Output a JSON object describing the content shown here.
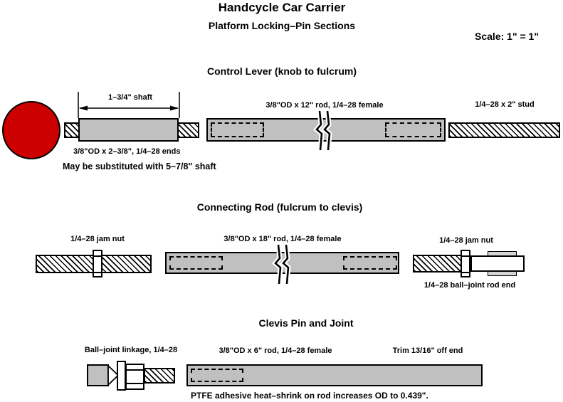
{
  "header": {
    "title": "Handcycle Car Carrier",
    "subtitle": "Platform Locking–Pin Sections",
    "scale_note": "Scale: 1\" = 1\""
  },
  "colors": {
    "part_fill_gray": "#c0c0c0",
    "knob_red": "#cc0000",
    "outline_black": "#000000",
    "background_white": "#ffffff"
  },
  "sections": {
    "control_lever": {
      "heading": "Control Lever (knob to fulcrum)",
      "shaft_dimension": "1–3/4\" shaft",
      "shaft_label": "3/8\"OD x 2–3/8\", 1/4–28 ends",
      "substitution_note": "May be substituted with 5–7/8\" shaft",
      "rod_label": "3/8\"OD x 12\" rod, 1/4–28 female",
      "stud_label": "1/4–28 x 2\" stud"
    },
    "connecting_rod": {
      "heading": "Connecting Rod (fulcrum to clevis)",
      "left_jam_nut_label": "1/4–28 jam nut",
      "rod_label": "3/8\"OD x 18\" rod, 1/4–28 female",
      "right_jam_nut_label": "1/4–28 jam nut",
      "ball_joint_label": "1/4–28 ball–joint rod end"
    },
    "clevis": {
      "heading": "Clevis Pin and Joint",
      "linkage_label": "Ball–joint linkage, 1/4–28",
      "rod_label": "3/8\"OD x 6\" rod, 1/4–28 female",
      "trim_label": "Trim 13/16\" off end",
      "ptfe_note": "PTFE adhesive heat–shrink on rod increases OD to 0.439\"."
    }
  }
}
